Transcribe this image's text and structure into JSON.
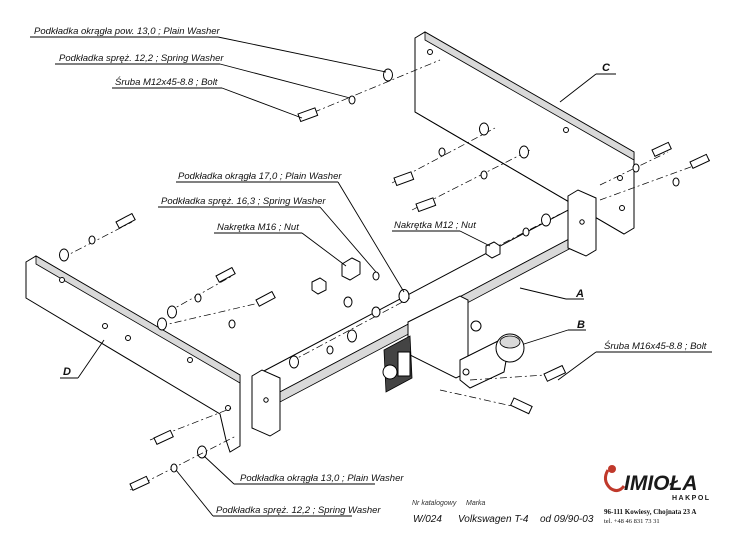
{
  "callouts": {
    "plain_washer_13_top": "Podkładka okrągła pow. 13,0 ; Plain Washer",
    "spring_washer_12_top": "Podkładka spręż. 12,2 ; Spring Washer",
    "bolt_m12": "Śruba M12x45-8.8 ;  Bolt",
    "plain_washer_17": "Podkładka okrągła 17,0 ; Plain Washer",
    "spring_washer_16": "Podkładka spręż. 16,3 ; Spring Washer",
    "nut_m16": "Nakrętka  M16 ; Nut",
    "nut_m12": "Nakrętka  M12 ; Nut",
    "bolt_m16": "Śruba M16x45-8.8 ;  Bolt",
    "plain_washer_13_bottom": "Podkładka okrągła 13,0 ; Plain Washer",
    "spring_washer_12_bottom": "Podkładka spręż. 12,2 ; Spring Washer"
  },
  "part_letters": {
    "a": "A",
    "b": "B",
    "c": "C",
    "d": "D"
  },
  "title_block": {
    "catalog_label": "Nr katalogowy",
    "brand_label": "Marka",
    "catalog_number": "W/024",
    "vehicle": "Volkswagen T-4",
    "from_date": "od 09/90-03"
  },
  "company": {
    "logo_text": "IMIOŁA",
    "logo_sub": "HAKPOL",
    "address": "96-111 Kowiesy, Chojnata 23 A",
    "phone": "tel. +48 46 831 73 31",
    "brand_color": "#c0392b"
  }
}
